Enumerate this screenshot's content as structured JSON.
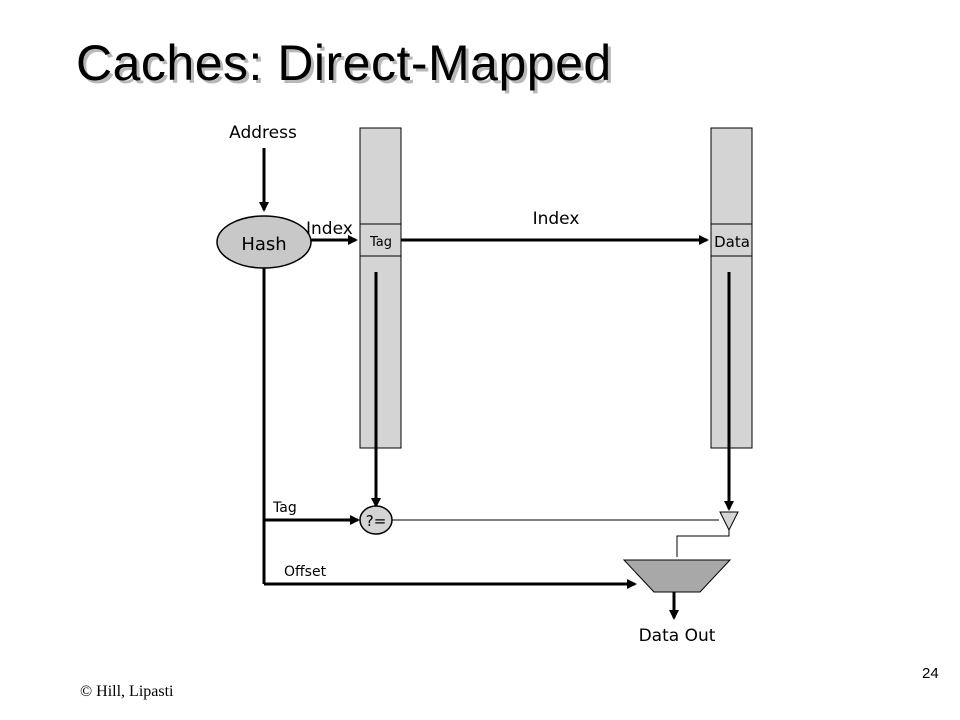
{
  "title": "Caches: Direct-Mapped",
  "diagram": {
    "address_label": "Address",
    "hash_label": "Hash",
    "index_label_left": "Index",
    "index_label_top": "Index",
    "tag_cell_label": "Tag",
    "data_cell_label": "Data",
    "compare_label": "?=",
    "tag_wire_label": "Tag",
    "offset_wire_label": "Offset",
    "data_out_label": "Data Out"
  },
  "footer": {
    "copyright": "© Hill, Lipasti",
    "page_number": "24"
  },
  "colors": {
    "array_fill": "#d4d4d4",
    "hash_fill": "#c8c8c8",
    "compare_fill": "#d4d4d4",
    "mux_fill": "#a8a8a8",
    "wire": "#000000"
  }
}
